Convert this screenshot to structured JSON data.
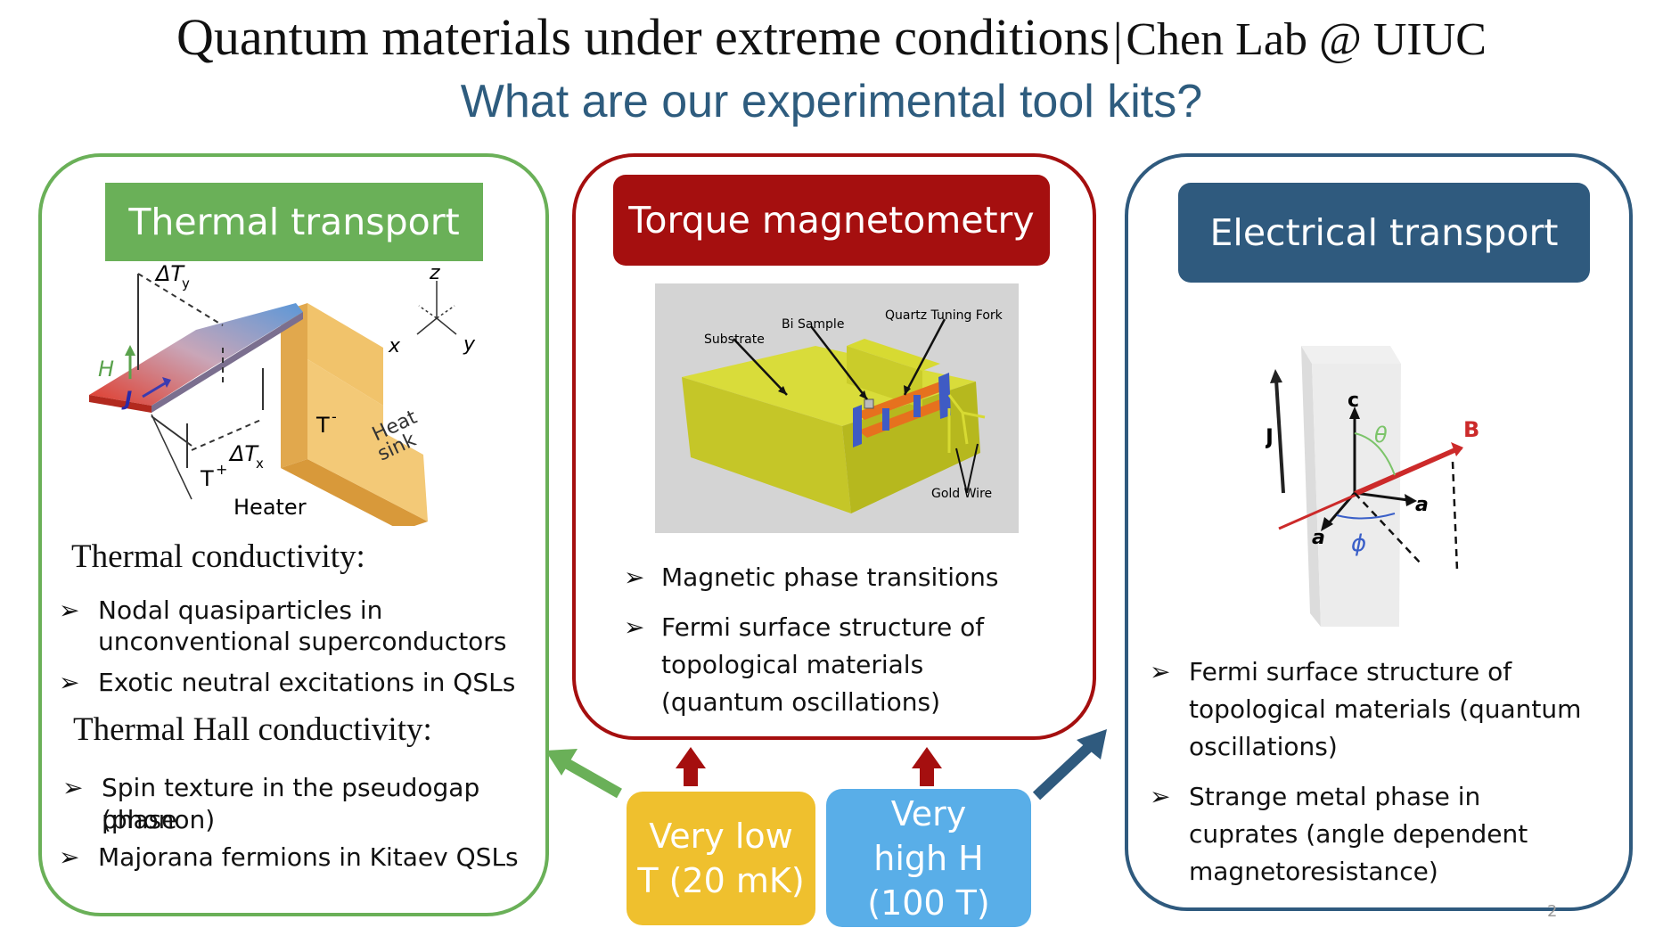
{
  "title": {
    "main": "Quantum materials under extreme conditions",
    "sep": "|",
    "lab": "Chen Lab @ UIUC"
  },
  "subtitle": "What are our experimental tool kits?",
  "colors": {
    "green": "#6ab058",
    "red": "#a50f0f",
    "blue": "#2f5a7e",
    "yellow": "#efc02e",
    "lightblue": "#59aee8"
  },
  "thermal": {
    "header": "Thermal transport",
    "fig": {
      "dTy": "ΔT",
      "dTy_sub": "y",
      "dTx": "ΔT",
      "dTx_sub": "x",
      "H": "H",
      "J": "J",
      "Tminus": "T",
      "Tminus_sup": "-",
      "Tplus": "T",
      "Tplus_sup": "+",
      "heater": "Heater",
      "heatsink1": "Heat",
      "heatsink2": "sink",
      "z": "z",
      "x": "x",
      "y": "y"
    },
    "section1": "Thermal conductivity:",
    "items1": [
      "Nodal quasiparticles in",
      "unconventional superconductors",
      "Exotic neutral excitations in QSLs"
    ],
    "section2": "Thermal Hall conductivity:",
    "items2": [
      "Spin texture in the pseudogap phase",
      "(phonon)",
      "Majorana fermions in Kitaev QSLs"
    ]
  },
  "torque": {
    "header": "Torque magnetometry",
    "fig": {
      "substrate": "Substrate",
      "bi": "Bi Sample",
      "fork": "Quartz Tuning Fork",
      "gold": "Gold Wire"
    },
    "items": [
      "Magnetic phase transitions",
      "Fermi surface structure of",
      "topological materials",
      "(quantum oscillations)"
    ]
  },
  "electrical": {
    "header": "Electrical transport",
    "fig": {
      "J": "J",
      "c": "c",
      "theta": "θ",
      "B": "B",
      "a1": "a",
      "a2": "a",
      "phi": "ϕ"
    },
    "items": [
      "Fermi surface structure of",
      "topological materials (quantum",
      "oscillations)",
      "Strange metal phase in",
      "cuprates (angle dependent",
      "magnetoresistance)"
    ]
  },
  "conditions": {
    "lowT_1": "Very low",
    "lowT_2": "T (20 mK)",
    "highH_1": "Very",
    "highH_2": "high H",
    "highH_3": "(100 T)"
  },
  "page_number": "2",
  "bullet_glyph": "➢"
}
